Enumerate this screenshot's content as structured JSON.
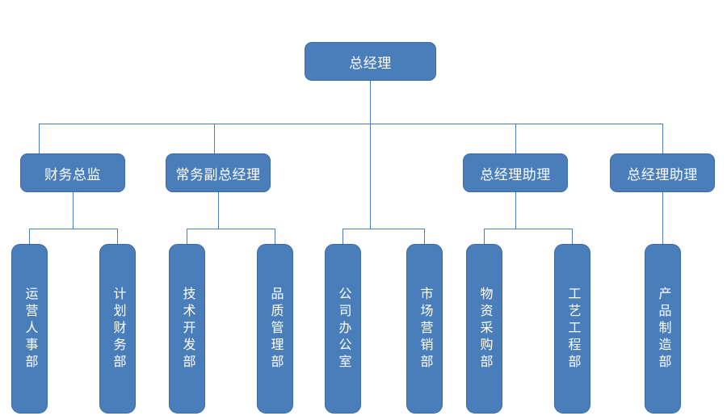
{
  "chart": {
    "type": "org-chart",
    "title": "",
    "background_color": "#ffffff",
    "node_fill_color": "#4a7ebb",
    "node_border_color": "#3a6aa5",
    "node_text_color": "#ffffff",
    "connector_color": "#4a7ebb",
    "levels": 3
  },
  "root": {
    "label": "总经理"
  },
  "level2": [
    {
      "label": "财务总监"
    },
    {
      "label": "常务副总经理"
    },
    {
      "label": "总经理助理"
    },
    {
      "label": "总经理助理"
    }
  ],
  "level3": [
    {
      "label": "运营人事部"
    },
    {
      "label": "计划财务部"
    },
    {
      "label": "技术开发部"
    },
    {
      "label": "品质管理部"
    },
    {
      "label": "公司办公室"
    },
    {
      "label": "市场营销部"
    },
    {
      "label": "物资采购部"
    },
    {
      "label": "工艺工程部"
    },
    {
      "label": "产品制造部"
    }
  ]
}
